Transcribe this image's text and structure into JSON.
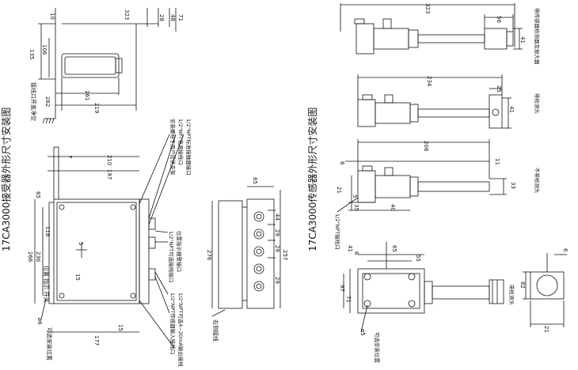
{
  "titles": {
    "receiver": "17CA3000接受器外形尺寸安装图",
    "sensor": "17CA3000传感器外形尺寸安装图"
  },
  "receiver_top_view": {
    "dims": [
      "323",
      "28",
      "48",
      "71",
      "10",
      "135",
      "106",
      "161",
      "219",
      "262"
    ],
    "note": "接线口开盖净空"
  },
  "receiver_front_view": {
    "dims": [
      "210",
      "7",
      "197",
      "65",
      "118",
      "266",
      "236",
      "5",
      "15",
      "15",
      "177",
      "ø6"
    ],
    "label_left": "位置\n指示\n开关",
    "label_mount": "可选安装位置",
    "callouts": [
      "安装螺栓于用户提供支架",
      "1/2\"NPT电源接线口",
      "1/2\"NPT标准接触器接口",
      "1/2\"NPT可选接线接口",
      "位置指示报警接口",
      "1/2\"NPT传感器输入接线口",
      "1/2\"NPT可选4~20mA输出接线口"
    ]
  },
  "receiver_side_view": {
    "dims": [
      "65",
      "276",
      "44",
      "29",
      "29",
      "29",
      "257"
    ],
    "label": "右侧接线"
  },
  "sensor_long": {
    "dims": [
      "323",
      "56",
      "41"
    ],
    "label": "带传感器检测器及放大器"
  },
  "sensor_mid": {
    "dims": [
      "234",
      "25",
      "41"
    ],
    "label": "带检测头"
  },
  "sensor_short": {
    "dims": [
      "208",
      "6",
      "11",
      "21",
      "33",
      "5",
      "35",
      "40"
    ],
    "label": "不带检测头",
    "port": "1/2\"NPT接线口"
  },
  "sensor_end_view": {
    "dims": [
      "65",
      "41",
      "6",
      "55",
      "97",
      "71",
      "ø5"
    ],
    "label_mount": "可选安装位置",
    "label_right": "带检测头"
  },
  "sensor_cross_section": {
    "dims": [
      "6",
      "82",
      "21"
    ]
  }
}
